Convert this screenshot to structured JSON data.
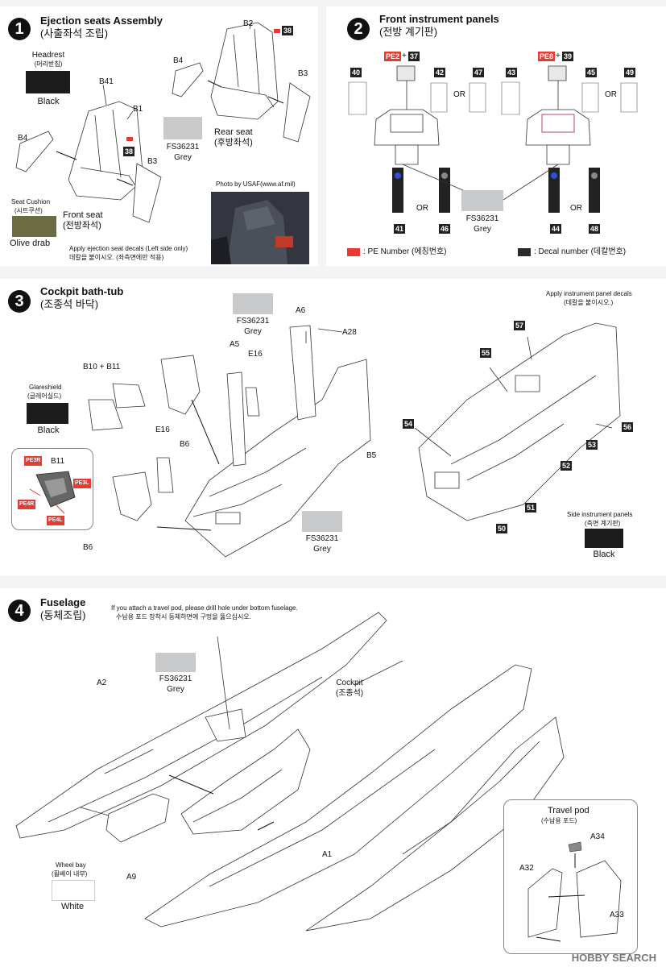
{
  "colors": {
    "black": "#1c1c1c",
    "grey": "#c8c9cb",
    "olive": "#6b6b44",
    "white": "#ffffff",
    "pe_red": "#e53b32"
  },
  "step1": {
    "num": "1",
    "title": "Ejection seats Assembly",
    "title_ko": "(사출좌석 조립)",
    "headrest": "Headrest",
    "headrest_ko": "(머리받침)",
    "black": "Black",
    "seat_cushion": "Seat Cushion",
    "seat_cushion_ko": "(시트쿠션)",
    "olive_drab": "Olive drab",
    "grey_code": "FS36231",
    "grey": "Grey",
    "front_seat": "Front seat",
    "front_seat_ko": "(전방좌석)",
    "rear_seat": "Rear seat",
    "rear_seat_ko": "(후방좌석)",
    "photo_credit": "Photo by USAF(www.af.mil)",
    "note": "Apply ejection seat decals (Left side only)",
    "note_ko": "데칼을 붙이시오. (좌측면에만 적용)",
    "parts": {
      "b41": "B41",
      "b1": "B1",
      "b4a": "B4",
      "b3a": "B3",
      "b2": "B2",
      "b4b": "B4",
      "b3b": "B3",
      "d38a": "38",
      "d38b": "38"
    }
  },
  "step2": {
    "num": "2",
    "title": "Front instrument panels",
    "title_ko": "(전방 계기판)",
    "pe2": "PE2",
    "pe8": "PE8",
    "plus": "+",
    "d37": "37",
    "d39": "39",
    "d40": "40",
    "d42": "42",
    "d47": "47",
    "d43": "43",
    "d45": "45",
    "d49": "49",
    "d41": "41",
    "d46": "46",
    "d44": "44",
    "d48": "48",
    "or": "OR",
    "grey_code": "FS36231",
    "grey": "Grey",
    "legend_pe": ": PE Number (에칭번호)",
    "legend_decal": ": Decal number (데칼번호)"
  },
  "step3": {
    "num": "3",
    "title": "Cockpit bath-tub",
    "title_ko": "(조종석 바닥)",
    "grey_code": "FS36231",
    "grey": "Grey",
    "glareshield": "Glareshield",
    "glareshield_ko": "(글레어실드)",
    "black": "Black",
    "b10_b11": "B10 + B11",
    "parts": {
      "a6": "A6",
      "a28": "A28",
      "a5": "A5",
      "e16a": "E16",
      "e16b": "E16",
      "b6a": "B6",
      "b6b": "B6",
      "b5": "B5",
      "b11": "B11"
    },
    "pe": {
      "pe3r": "PE3R",
      "pe3l": "PE3L",
      "pe4r": "PE4R",
      "pe4l": "PE4L"
    },
    "decal_note": "Apply instrument panel decals",
    "decal_note_ko": "(데칼을 붙이시오.)",
    "decals": {
      "d57": "57",
      "d55": "55",
      "d54": "54",
      "d56": "56",
      "d53": "53",
      "d52": "52",
      "d51": "51",
      "d50": "50"
    },
    "side_panels": "Side instrument panels",
    "side_panels_ko": "(측면 계기판)"
  },
  "step4": {
    "num": "4",
    "title": "Fuselage",
    "title_ko": "(동체조립)",
    "pod_note": "If you attach a travel pod, please drill hole under bottom fuselage.",
    "pod_note_ko": "수납용 포드 장착시 동체하면에 구멍을 뚫으십시오.",
    "grey_code": "FS36231",
    "grey": "Grey",
    "cockpit": "Cockpit",
    "cockpit_ko": "(조종석)",
    "wheel_bay": "Wheel bay",
    "wheel_bay_ko": "(휠베이 내부)",
    "white": "White",
    "travel_pod": "Travel pod",
    "travel_pod_ko": "(수납용 포드)",
    "parts": {
      "a2": "A2",
      "a1": "A1",
      "a9": "A9",
      "a34": "A34",
      "a32": "A32",
      "a33": "A33"
    }
  },
  "watermark": "HOBBY SEARCH"
}
